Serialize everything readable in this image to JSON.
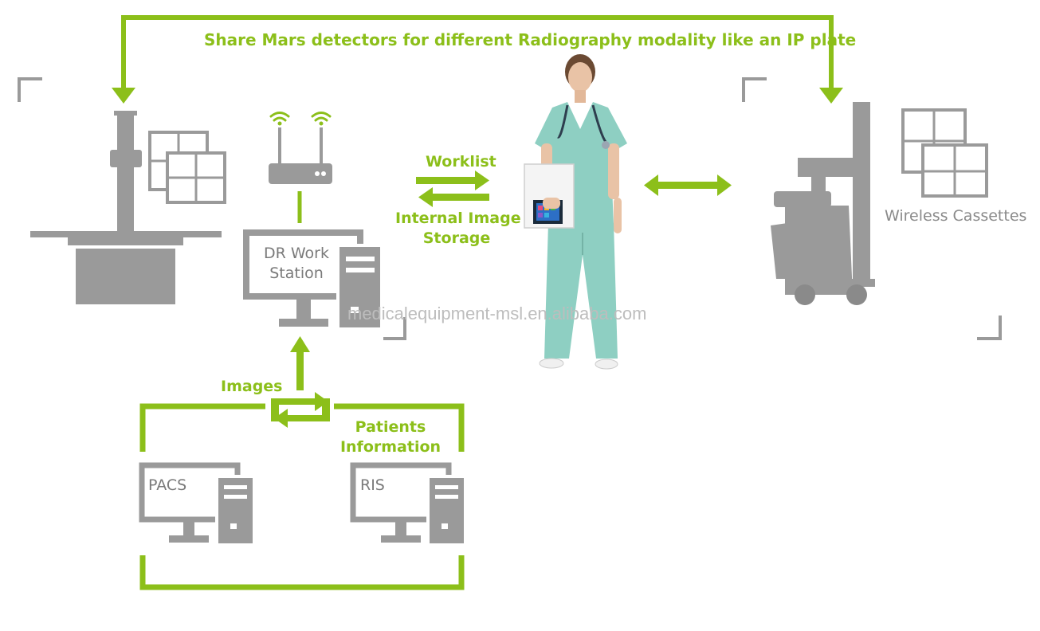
{
  "header": {
    "share_text": "Share Mars detectors for different Radiography modality like an IP plate"
  },
  "labels": {
    "worklist": "Worklist",
    "internal_storage_line1": "Internal Image",
    "internal_storage_line2": "Storage",
    "dr_workstation_line1": "DR Work",
    "dr_workstation_line2": "Station",
    "wireless_cassettes": "Wireless Cassettes",
    "images": "Images",
    "patients_info_line1": "Patients",
    "patients_info_line2": "Information",
    "pacs": "PACS",
    "ris": "RIS"
  },
  "watermark": "medicalequipment-msl.en.alibaba.com",
  "colors": {
    "accent_green": "#8cbf1a",
    "equipment_gray": "#9a9a9a",
    "scrubs": "#8ecfc2"
  },
  "icons": [
    "wifi-router-icon",
    "xray-table-icon",
    "detector-panel-icon",
    "mobile-xray-icon",
    "computer-icon",
    "nurse-figure"
  ]
}
